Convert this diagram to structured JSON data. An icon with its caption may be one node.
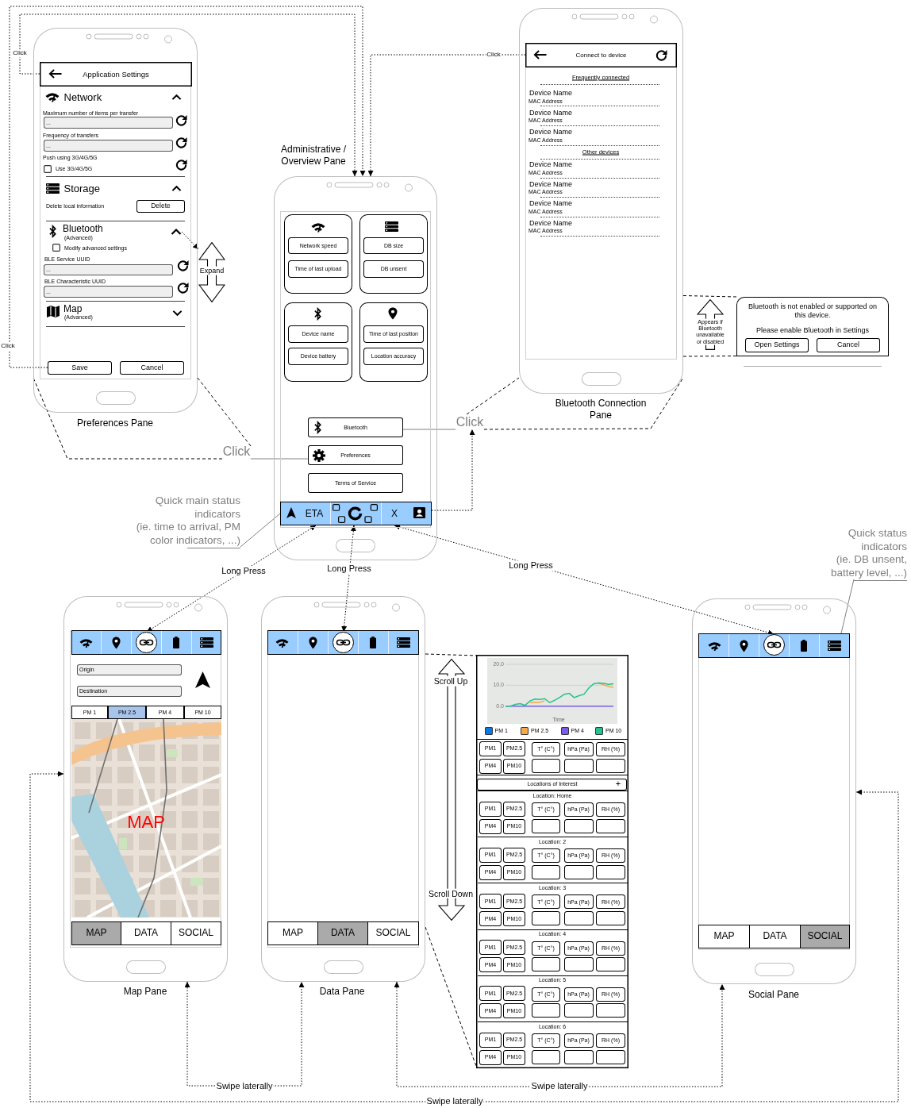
{
  "diagram": {
    "nodes": [
      {
        "text": [
          "Preferences Pane"
        ]
      },
      {
        "text": [
          "Application Settings"
        ],
        "in": 0
      },
      {
        "text": [
          "..."
        ],
        "beside": [
          "Maximum number of items per transfer"
        ],
        "in": 0
      },
      {
        "text": [
          "..."
        ],
        "beside": [
          "Frequency of transfers"
        ],
        "in": 0
      },
      {
        "text": [
          "Delete"
        ],
        "in": 0
      },
      {
        "text": [],
        "shape": "picture",
        "in": 0
      },
      {
        "text": [
          "..."
        ],
        "beside": [
          "BLE Service UUID"
        ],
        "in": 0
      },
      {
        "text": [
          "..."
        ],
        "beside": [
          "BLE Characteristic UUID"
        ],
        "in": 0
      },
      {
        "text": [
          "Save"
        ],
        "in": 0
      },
      {
        "text": [
          "Cancel"
        ],
        "in": 0
      },
      {
        "text": [
          "Expand"
        ]
      },
      {
        "text": [
          "Administrative / Overview Pane"
        ]
      },
      {
        "text": [],
        "shape": "box",
        "in": 11
      },
      {
        "text": [
          "Network speed"
        ],
        "in": 12
      },
      {
        "text": [
          "Time of last upload"
        ],
        "in": 12
      },
      {
        "text": [],
        "shape": "box",
        "in": 11
      },
      {
        "text": [
          "DB size"
        ],
        "in": 15
      },
      {
        "text": [
          "DB unsent"
        ],
        "in": 15
      },
      {
        "text": [],
        "shape": "box",
        "in": 11
      },
      {
        "text": [
          "Device name"
        ],
        "in": 18
      },
      {
        "text": [
          "Device battery"
        ],
        "in": 18
      },
      {
        "text": [],
        "shape": "box",
        "in": 11
      },
      {
        "text": [
          "Time of last position"
        ],
        "in": 21
      },
      {
        "text": [
          "Location accuracy"
        ],
        "in": 21
      },
      {
        "text": [
          "Bluetooth"
        ],
        "in": 11
      },
      {
        "text": [
          "Preferences"
        ],
        "in": 11
      },
      {
        "text": [
          "Terms of Service"
        ],
        "in": 11
      },
      {
        "text": [
          "ETA",
          "X"
        ],
        "in": 11
      },
      {
        "text": [
          "Bluetooth Connection Pane"
        ]
      },
      {
        "text": [
          "Connect to device"
        ],
        "in": 28
      },
      {
        "text": [
          "Appears if Bluetooth unavailable or disabled"
        ]
      },
      {
        "text": [
          "Bluetooth is not enabled or supported on this device.",
          "Please enable Bluetooth in Settings"
        ]
      },
      {
        "text": [
          "Open Settings"
        ],
        "in": 31
      },
      {
        "text": [
          "Cancel"
        ],
        "in": 31
      },
      {
        "text": [
          "Quick main status indicators",
          "(ie. time to arrival, PM color indicators, ...)"
        ]
      },
      {
        "text": [
          "Map Pane"
        ]
      },
      {
        "text": [],
        "shape": "bar",
        "in": 35
      },
      {
        "text": [],
        "shape": "circle",
        "in": 36
      },
      {
        "text": [
          "Origin"
        ],
        "in": 35
      },
      {
        "text": [
          "Destination"
        ],
        "in": 35
      },
      {
        "text": [
          "PM 1"
        ],
        "in": 35
      },
      {
        "text": [
          "PM 2.5"
        ],
        "in": 35
      },
      {
        "text": [
          "PM 4"
        ],
        "in": 35
      },
      {
        "text": [
          "PM 10"
        ],
        "in": 35
      },
      {
        "text": [
          "MAP"
        ],
        "in": 35
      },
      {
        "text": [
          "MAP"
        ],
        "in": 35
      },
      {
        "text": [
          "DATA"
        ],
        "in": 35
      },
      {
        "text": [
          "SOCIAL"
        ],
        "in": 35
      },
      {
        "text": [
          "Data Pane"
        ]
      },
      {
        "text": [],
        "shape": "bar",
        "in": 48
      },
      {
        "text": [],
        "shape": "circle",
        "in": 49
      },
      {
        "text": [
          "MAP"
        ],
        "in": 48
      },
      {
        "text": [
          "DATA"
        ],
        "in": 48
      },
      {
        "text": [
          "SOCIAL"
        ],
        "in": 48
      },
      {
        "text": [
          "Scroll Up",
          "Scroll Down"
        ]
      },
      {
        "text": [],
        "shape": "box"
      },
      {
        "text": [
          "PM1"
        ],
        "in": 55
      },
      {
        "text": [
          "PM2.5"
        ],
        "in": 55
      },
      {
        "text": [
          "T° (C°)"
        ],
        "in": 55
      },
      {
        "text": [
          "hPa (Pa)"
        ],
        "in": 55
      },
      {
        "text": [
          "RH (%)"
        ],
        "in": 55
      },
      {
        "text": [
          "PM4"
        ],
        "in": 55
      },
      {
        "text": [
          "PM10"
        ],
        "in": 55
      },
      {
        "text": [],
        "shape": "box",
        "in": 55
      },
      {
        "text": [],
        "shape": "box",
        "in": 55
      },
      {
        "text": [],
        "shape": "box",
        "in": 55
      },
      {
        "text": [
          "Locations of Interest",
          "+"
        ],
        "in": 55
      },
      {
        "text": [
          "Location: Home"
        ],
        "in": 55
      },
      {
        "text": [
          "PM1"
        ],
        "in": 67
      },
      {
        "text": [
          "PM2.5"
        ],
        "in": 67
      },
      {
        "text": [
          "T° (C°)"
        ],
        "in": 67
      },
      {
        "text": [
          "hPa (Pa)"
        ],
        "in": 67
      },
      {
        "text": [
          "RH (%)"
        ],
        "in": 67
      },
      {
        "text": [
          "PM4"
        ],
        "in": 67
      },
      {
        "text": [
          "PM10"
        ],
        "in": 67
      },
      {
        "text": [],
        "shape": "box",
        "in": 67
      },
      {
        "text": [],
        "shape": "box",
        "in": 67
      },
      {
        "text": [],
        "shape": "box",
        "in": 67
      },
      {
        "text": [
          "Location: 2"
        ],
        "in": 55
      },
      {
        "text": [
          "PM1"
        ],
        "in": 78
      },
      {
        "text": [
          "PM2.5"
        ],
        "in": 78
      },
      {
        "text": [
          "T° (C°)"
        ],
        "in": 78
      },
      {
        "text": [
          "hPa (Pa)"
        ],
        "in": 78
      },
      {
        "text": [
          "RH (%)"
        ],
        "in": 78
      },
      {
        "text": [
          "PM4"
        ],
        "in": 78
      },
      {
        "text": [
          "PM10"
        ],
        "in": 78
      },
      {
        "text": [],
        "shape": "box",
        "in": 78
      },
      {
        "text": [],
        "shape": "box",
        "in": 78
      },
      {
        "text": [],
        "shape": "box",
        "in": 78
      },
      {
        "text": [
          "Location: 3"
        ],
        "in": 55
      },
      {
        "text": [
          "PM1"
        ],
        "in": 89
      },
      {
        "text": [
          "PM2.5"
        ],
        "in": 89
      },
      {
        "text": [
          "T° (C°)"
        ],
        "in": 89
      },
      {
        "text": [
          "hPa (Pa)"
        ],
        "in": 89
      },
      {
        "text": [
          "RH (%)"
        ],
        "in": 89
      },
      {
        "text": [
          "PM4"
        ],
        "in": 89
      },
      {
        "text": [
          "PM10"
        ],
        "in": 89
      },
      {
        "text": [],
        "shape": "box",
        "in": 89
      },
      {
        "text": [],
        "shape": "box",
        "in": 89
      },
      {
        "text": [],
        "shape": "box",
        "in": 89
      },
      {
        "text": [
          "Location: 4"
        ],
        "in": 55
      },
      {
        "text": [
          "PM1"
        ],
        "in": 100
      },
      {
        "text": [
          "PM2.5"
        ],
        "in": 100
      },
      {
        "text": [
          "T° (C°)"
        ],
        "in": 100
      },
      {
        "text": [
          "hPa (Pa)"
        ],
        "in": 100
      },
      {
        "text": [
          "RH (%)"
        ],
        "in": 100
      },
      {
        "text": [
          "PM4"
        ],
        "in": 100
      },
      {
        "text": [
          "PM10"
        ],
        "in": 100
      },
      {
        "text": [],
        "shape": "box",
        "in": 100
      },
      {
        "text": [],
        "shape": "box",
        "in": 100
      },
      {
        "text": [],
        "shape": "box",
        "in": 100
      },
      {
        "text": [
          "Location: 5"
        ],
        "in": 55
      },
      {
        "text": [
          "PM1"
        ],
        "in": 111
      },
      {
        "text": [
          "PM2.5"
        ],
        "in": 111
      },
      {
        "text": [
          "T° (C°)"
        ],
        "in": 111
      },
      {
        "text": [
          "hPa (Pa)"
        ],
        "in": 111
      },
      {
        "text": [
          "RH (%)"
        ],
        "in": 111
      },
      {
        "text": [
          "PM4"
        ],
        "in": 111
      },
      {
        "text": [
          "PM10"
        ],
        "in": 111
      },
      {
        "text": [],
        "shape": "box",
        "in": 111
      },
      {
        "text": [],
        "shape": "box",
        "in": 111
      },
      {
        "text": [],
        "shape": "box",
        "in": 111
      },
      {
        "text": [
          "Location: 6"
        ],
        "in": 55
      },
      {
        "text": [
          "PM1"
        ],
        "in": 122
      },
      {
        "text": [
          "PM2.5"
        ],
        "in": 122
      },
      {
        "text": [
          "T° (C°)"
        ],
        "in": 122
      },
      {
        "text": [
          "hPa (Pa)"
        ],
        "in": 122
      },
      {
        "text": [
          "RH (%)"
        ],
        "in": 122
      },
      {
        "text": [
          "PM4"
        ],
        "in": 122
      },
      {
        "text": [
          "PM10"
        ],
        "in": 122
      },
      {
        "text": [],
        "shape": "box",
        "in": 122
      },
      {
        "text": [],
        "shape": "box",
        "in": 122
      },
      {
        "text": [],
        "shape": "box",
        "in": 122
      },
      {
        "text": [
          "Social Pane"
        ]
      },
      {
        "text": [],
        "shape": "bar",
        "in": 133
      },
      {
        "text": [],
        "shape": "circle",
        "in": 134
      },
      {
        "text": [
          "MAP"
        ],
        "in": 133
      },
      {
        "text": [
          "DATA"
        ],
        "in": 133
      },
      {
        "text": [
          "SOCIAL"
        ],
        "in": 133
      },
      {
        "text": [
          "Quick status indicators",
          "(ie. DB unsent, battery level, ...)"
        ]
      },
      {
        "text": [
          "Click"
        ]
      },
      {
        "text": [
          "Click"
        ]
      }
    ],
    "edges": [
      {
        "from": 1,
        "to": 11,
        "arrow": "to",
        "label": "Click",
        "style": "dashed"
      },
      {
        "from": 8,
        "to": 11,
        "arrow": "to",
        "label": "Click",
        "style": "dashed"
      },
      {
        "from": 29,
        "to": 11,
        "arrow": "to",
        "label": "Click",
        "style": "dashed"
      },
      {
        "from": 5,
        "to": 10,
        "arrow": "to",
        "style": "dashed"
      },
      {
        "from": 24,
        "to": 140,
        "arrow": "none",
        "color": "#808080"
      },
      {
        "from": 140,
        "to": 28,
        "arrow": "none",
        "style": "dashed"
      },
      {
        "from": 140,
        "to": 28,
        "arrow": "none",
        "style": "dashed"
      },
      {
        "from": 25,
        "to": 141,
        "arrow": "none",
        "color": "#808080"
      },
      {
        "from": 141,
        "to": 0,
        "arrow": "none",
        "style": "dashed"
      },
      {
        "from": 141,
        "to": 0,
        "arrow": "none",
        "style": "dashed"
      },
      {
        "from": 27,
        "to": 37,
        "arrow": "both",
        "label": "Long Press",
        "style": "dashed"
      },
      {
        "from": 27,
        "to": 50,
        "arrow": "both",
        "label": "Long Press",
        "style": "dashed"
      },
      {
        "from": 27,
        "to": 135,
        "arrow": "both",
        "label": "Long Press",
        "style": "dashed"
      },
      {
        "from": 27,
        "to": 140,
        "arrow": "to",
        "style": "dashed"
      },
      {
        "from": 34,
        "to": 27,
        "arrow": "none",
        "color": "#808080"
      },
      {
        "from": 139,
        "to": 134,
        "arrow": "none",
        "color": "#808080"
      },
      {
        "from": 48,
        "to": 55,
        "arrow": "none",
        "style": "dashed"
      },
      {
        "from": 48,
        "to": 55,
        "arrow": "none",
        "style": "dashed"
      },
      {
        "from": 28,
        "to": 31,
        "arrow": "none",
        "style": "dashed"
      },
      {
        "from": 28,
        "to": 31,
        "arrow": "none",
        "style": "dashed"
      },
      {
        "from": 35,
        "to": 48,
        "arrow": "both",
        "label": "Swipe laterally",
        "style": "dashed"
      },
      {
        "from": 48,
        "to": 133,
        "arrow": "both",
        "label": "Swipe laterally",
        "style": "dashed"
      },
      {
        "from": 35,
        "to": 133,
        "arrow": "both",
        "label": "Swipe laterally",
        "style": "dashed"
      }
    ],
    "labels": [
      "Network",
      "Push using 3G/4G/5G",
      "Use 3G/4G/5G",
      "Storage",
      "Delete local information",
      "Bluetooth",
      "(Advanced)",
      "Modify advanced settings",
      "Map",
      "(Advanced)",
      "Frequently connected",
      "Device Name",
      "MAC Address",
      "Device Name",
      "MAC Address",
      "Device Name",
      "MAC Address",
      "Other devices",
      "Device Name",
      "MAC Address",
      "Device Name",
      "MAC Address",
      "Device Name",
      "MAC Address",
      "Device Name",
      "MAC Address"
    ],
    "chart_data": {
      "type": "line",
      "xlabel": "Time",
      "ylim": [
        0,
        20
      ],
      "yticks": [
        {
          "value": 0,
          "label": "0.0"
        },
        {
          "value": 10,
          "label": "10.0"
        },
        {
          "value": 20,
          "label": "20.0"
        }
      ],
      "series": [
        {
          "name": "PM 1",
          "color": "#0a78e6",
          "values": [
            null,
            null,
            null,
            null,
            null,
            null,
            null,
            null,
            null,
            null,
            null,
            null,
            null,
            null,
            null,
            null,
            null,
            null,
            null,
            null,
            null,
            null,
            null
          ]
        },
        {
          "name": "PM 2.5",
          "color": "#f5a94e",
          "values": [
            null,
            null,
            null,
            null,
            null,
            1.6,
            1.9,
            1.8,
            2.6,
            null,
            null,
            null,
            null,
            null,
            null,
            null,
            null,
            null,
            null,
            11.1,
            10.2,
            9.4,
            9.0
          ]
        },
        {
          "name": "PM 4",
          "color": "#7c5ce6",
          "values": [
            0,
            0,
            0,
            0,
            0,
            0,
            0,
            0,
            0,
            0,
            0,
            0,
            0,
            0,
            0,
            0,
            0,
            0,
            0,
            0,
            0,
            0,
            0
          ]
        },
        {
          "name": "PM 10",
          "color": "#22c38c",
          "values": [
            0,
            0,
            0.8,
            1.2,
            0.4,
            2.5,
            3.4,
            3.2,
            3.6,
            1.7,
            2.8,
            4.1,
            5.7,
            6.1,
            4.1,
            5.0,
            5.7,
            8.7,
            10.7,
            11.1,
            10.9,
            10.4,
            10.7
          ]
        }
      ]
    }
  }
}
